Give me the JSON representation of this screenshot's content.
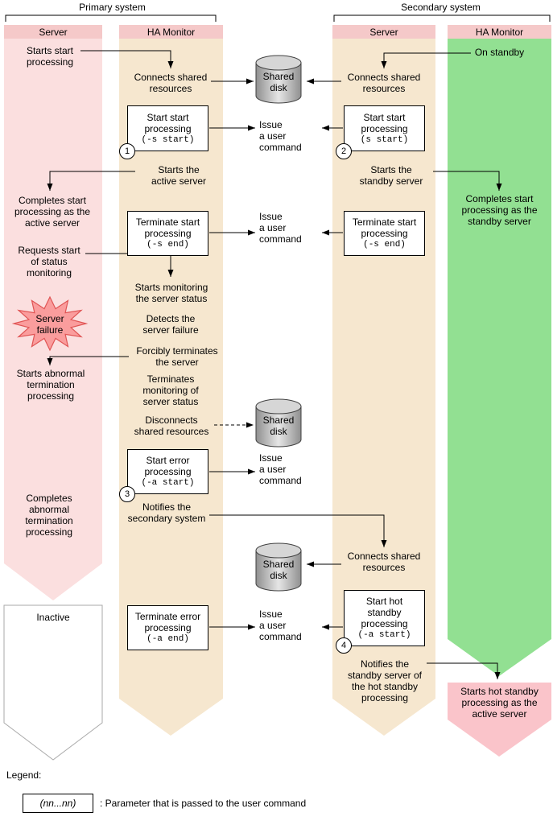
{
  "titles": {
    "primary_system": "Primary system",
    "secondary_system": "Secondary system"
  },
  "columns": {
    "primary_server": "Server",
    "primary_ha": "HA Monitor",
    "secondary_server": "Server",
    "secondary_ha": "HA Monitor"
  },
  "shared": {
    "connects_shared": "Connects shared\nresources",
    "issue_user_command": "Issue\na user\ncommand",
    "shared_disk": "Shared\ndisk"
  },
  "primary_server": {
    "starts_start": "Starts start\nprocessing",
    "completes_start": "Completes start\nprocessing as the\nactive server",
    "requests_monitoring": "Requests start\nof status\nmonitoring",
    "server_failure": "Server\nfailure",
    "starts_abnormal": "Starts abnormal\ntermination\nprocessing",
    "completes_abnormal": "Completes\nabnormal\ntermination\nprocessing",
    "inactive": "Inactive"
  },
  "primary_ha": {
    "start_start_box": {
      "label": "Start start\nprocessing",
      "cmd": "(-s start)",
      "num": "1"
    },
    "starts_active": "Starts the\nactive server",
    "terminate_start_box": {
      "label": "Terminate start\nprocessing",
      "cmd": "(-s end)"
    },
    "starts_monitoring": "Starts monitoring\nthe server status",
    "detects_failure": "Detects the\nserver failure",
    "forcibly_terminates": "Forcibly terminates\nthe server",
    "terminates_monitoring": "Terminates\nmonitoring of\nserver status",
    "disconnects": "Disconnects\nshared resources",
    "start_error_box": {
      "label": "Start error\nprocessing",
      "cmd": "(-a start)",
      "num": "3"
    },
    "notifies_secondary": "Notifies the\nsecondary system",
    "terminate_error_box": {
      "label": "Terminate error\nprocessing",
      "cmd": "(-a end)"
    }
  },
  "secondary_server": {
    "start_start_box": {
      "label": "Start start\nprocessing",
      "cmd": "(s start)",
      "num": "2"
    },
    "starts_standby": "Starts the\nstandby server",
    "terminate_start_box": {
      "label": "Terminate start\nprocessing",
      "cmd": "(-s end)"
    },
    "hot_standby_box": {
      "label": "Start hot\nstandby\nprocessing",
      "cmd": "(-a start)",
      "num": "4"
    },
    "notifies_standby": "Notifies the\nstandby server of\nthe hot standby\nprocessing"
  },
  "secondary_ha": {
    "on_standby": "On standby",
    "completes_start": "Completes start\nprocessing as the\nstandby server",
    "starts_hot_standby": "Starts hot standby\nprocessing as the\nactive server"
  },
  "legend": {
    "title": "Legend:",
    "param": "(nn...nn)",
    "description": ": Parameter that is passed to the user command"
  },
  "colors": {
    "server_primary_band": "#fbdfdf",
    "ha_band": "#f6e7cf",
    "secondary_ha_band": "#92e092",
    "header_strip": "#f5c9c9",
    "failure_star_fill": "#fa9d9d",
    "failure_star_stroke": "#e05555",
    "hot_standby_banner": "#fac4ca"
  }
}
